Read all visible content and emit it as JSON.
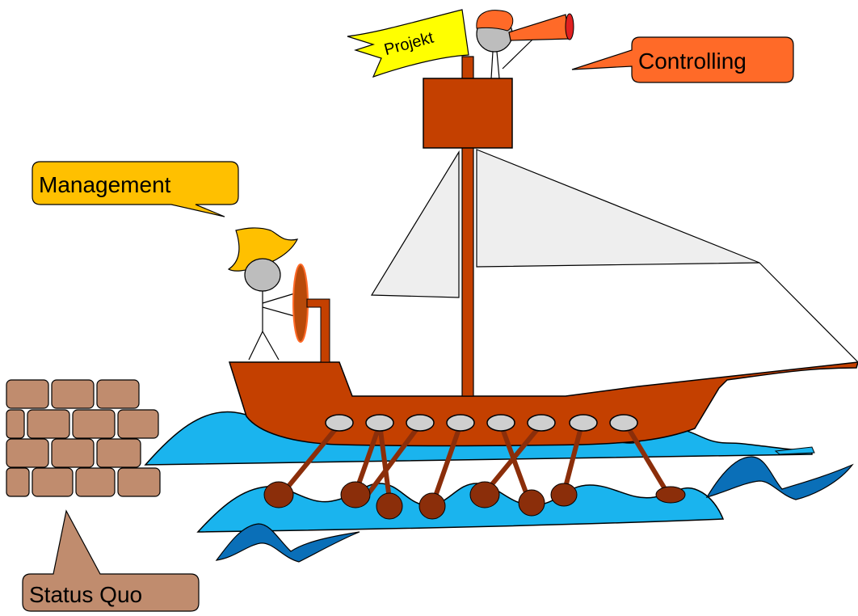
{
  "labels": {
    "projekt": "Projekt",
    "controlling": "Controlling",
    "management": "Management",
    "status_quo": "Status Quo"
  },
  "colors": {
    "hull": "#c44000",
    "mast": "#c44000",
    "oar": "#8b2e0a",
    "water_light": "#1ab4ee",
    "water_dark": "#0a6fb8",
    "brick": "#c08c6e",
    "management_callout": "#ffc000",
    "controlling_callout": "#ff6a28",
    "projekt_flag": "#ffff00",
    "sail": "#eeeeee",
    "shield": "#b84a0a",
    "head": "#bdbdbd",
    "oar_port": "#cfcfcf"
  },
  "icons": {
    "ship": "sailing-ship-icon",
    "wall": "brick-wall-icon",
    "telescope": "telescope-icon",
    "hat": "straw-hat-icon"
  }
}
